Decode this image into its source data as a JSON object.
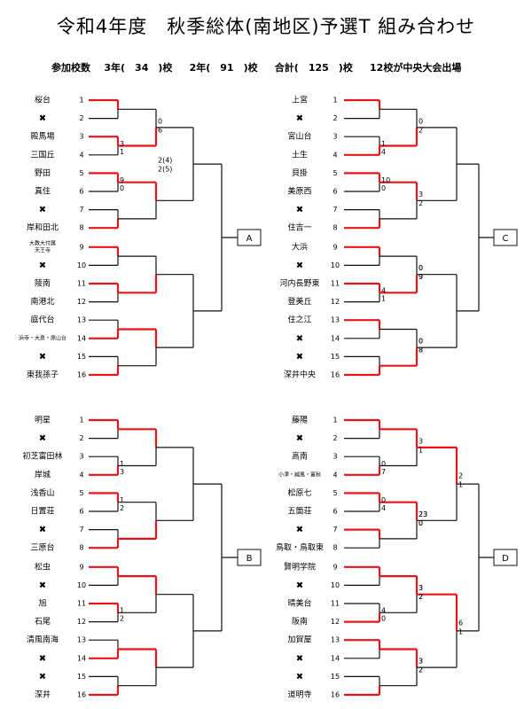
{
  "title": "令和4年度　秋季総体(南地区)予選T 組み合わせ",
  "subtitle": {
    "participants_label": "参加校数",
    "grade3": "3年(　34　)校",
    "grade2": "2年(　91　)校",
    "total": "合計(　125　)校",
    "note": "12校が中央大会出場"
  },
  "bye_mark": "✖",
  "brackets": [
    {
      "label": "A",
      "teams": [
        "桜台",
        "✖",
        "殿馬場",
        "三国丘",
        "野田",
        "真住",
        "✖",
        "岸和田北",
        "大教大付属\n天王寺",
        "✖",
        "陵南",
        "南港北",
        "庭代台",
        "浜寺・大泉・原山台",
        "✖",
        "東我孫子"
      ],
      "r1": [
        "",
        "",
        "3",
        "1",
        "9",
        "0",
        "",
        "",
        "",
        "",
        "",
        "",
        "",
        "",
        "",
        ""
      ],
      "r2": [
        "0",
        "6",
        "",
        "",
        "",
        "",
        "",
        "",
        "",
        "",
        "",
        "",
        "",
        "",
        "",
        ""
      ],
      "r3": [
        "2(4)",
        "2(5)"
      ]
    },
    {
      "label": "C",
      "teams": [
        "上宮",
        "✖",
        "宮山台",
        "土生",
        "貝掛",
        "美原西",
        "✖",
        "住吉一",
        "大浜",
        "✖",
        "河内長野東",
        "登美丘",
        "住之江",
        "✖",
        "✖",
        "深井中央"
      ],
      "r1": [
        "",
        "",
        "1",
        "4",
        "10",
        "0",
        "",
        "",
        "",
        "",
        "4",
        "1",
        "",
        "",
        "",
        ""
      ],
      "r2": [
        "0",
        "2",
        "",
        "",
        "",
        "",
        "3",
        "2",
        "0",
        "9",
        "",
        "",
        "0",
        "8",
        "",
        ""
      ],
      "r3": []
    },
    {
      "label": "B",
      "teams": [
        "明星",
        "✖",
        "初芝富田林",
        "岸城",
        "浅香山",
        "日置荘",
        "✖",
        "三原台",
        "松虫",
        "✖",
        "旭",
        "石尾",
        "清風南海",
        "✖",
        "✖",
        "深井"
      ],
      "r1": [
        "",
        "",
        "1",
        "3",
        "1",
        "2",
        "",
        "",
        "",
        "",
        "1",
        "2",
        "",
        "",
        "",
        ""
      ],
      "r2": [],
      "r3": []
    },
    {
      "label": "D",
      "teams": [
        "藤陽",
        "✖",
        "高南",
        "小津・誠風・富秋",
        "松原七",
        "五箇荘",
        "✖",
        "鳥取・鳥取東",
        "賢明学院",
        "✖",
        "晴美台",
        "阪南",
        "加賀屋",
        "✖",
        "✖",
        "道明寺"
      ],
      "r1": [
        "",
        "",
        "0",
        "7",
        "0",
        "4",
        "",
        "",
        "",
        "",
        "4",
        "0",
        "",
        "",
        "",
        ""
      ],
      "r2": [
        "3",
        "1",
        "",
        "",
        "23",
        "0",
        "",
        "",
        "3",
        "2",
        "",
        "",
        "3",
        "2",
        "",
        ""
      ],
      "r3": [
        "2",
        "1",
        "6",
        "1"
      ]
    }
  ]
}
